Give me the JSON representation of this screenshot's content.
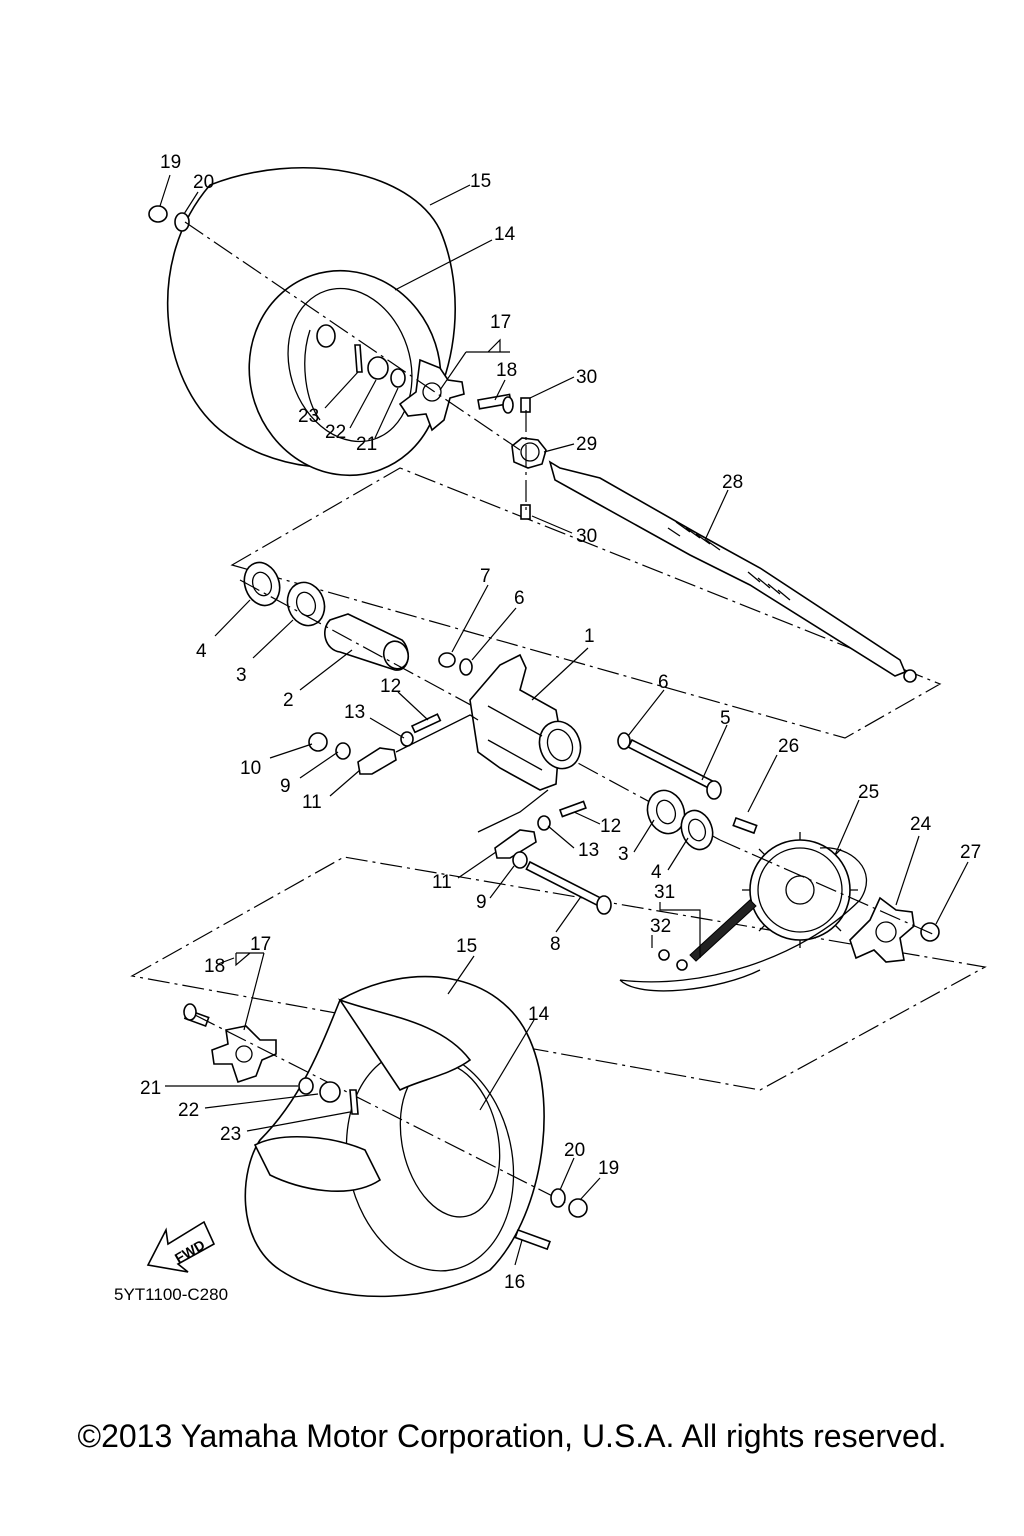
{
  "diagram": {
    "drawing_code": "5YT1100-C280",
    "fwd_label": "FWD",
    "copyright": "©2013 Yamaha Motor Corporation, U.S.A. All rights reserved.",
    "callouts": {
      "c19a": "19",
      "c20a": "20",
      "c15a": "15",
      "c14a": "14",
      "c17a": "17",
      "c18a": "18",
      "c30a": "30",
      "c23a": "23",
      "c22a": "22",
      "c21a": "21",
      "c29": "29",
      "c28": "28",
      "c30b": "30",
      "c7": "7",
      "c6a": "6",
      "c1": "1",
      "c4a": "4",
      "c3a": "3",
      "c2": "2",
      "c12a": "12",
      "c13a": "13",
      "c10": "10",
      "c9a": "9",
      "c11a": "11",
      "c6b": "6",
      "c5": "5",
      "c26": "26",
      "c25": "25",
      "c24": "24",
      "c27": "27",
      "c12b": "12",
      "c13b": "13",
      "c3b": "3",
      "c4b": "4",
      "c11b": "11",
      "c9b": "9",
      "c31": "31",
      "c32": "32",
      "c8": "8",
      "c17b": "17",
      "c18b": "18",
      "c15b": "15",
      "c14b": "14",
      "c21b": "21",
      "c22b": "22",
      "c23b": "23",
      "c20b": "20",
      "c19b": "19",
      "c16": "16"
    }
  }
}
